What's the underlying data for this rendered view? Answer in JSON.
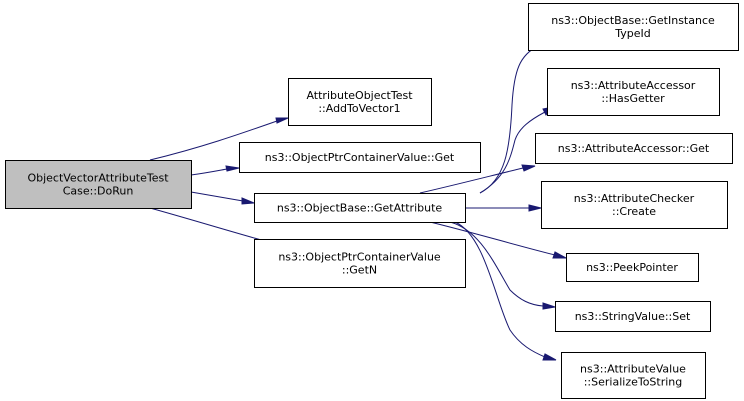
{
  "graph": {
    "nodes": [
      {
        "id": "root",
        "lines": [
          "ObjectVectorAttributeTest",
          "Case::DoRun"
        ],
        "root": true
      },
      {
        "id": "addtovector",
        "lines": [
          "AttributeObjectTest",
          "::AddToVector1"
        ]
      },
      {
        "id": "ptrget",
        "lines": [
          "ns3::ObjectPtrContainerValue::Get"
        ]
      },
      {
        "id": "getattribute",
        "lines": [
          "ns3::ObjectBase::GetAttribute"
        ]
      },
      {
        "id": "getn",
        "lines": [
          "ns3::ObjectPtrContainerValue",
          "::GetN"
        ]
      },
      {
        "id": "getinstancetypeid",
        "lines": [
          "ns3::ObjectBase::GetInstance",
          "TypeId"
        ]
      },
      {
        "id": "hasgetter",
        "lines": [
          "ns3::AttributeAccessor",
          "::HasGetter"
        ]
      },
      {
        "id": "accessorget",
        "lines": [
          "ns3::AttributeAccessor::Get"
        ]
      },
      {
        "id": "checkercreate",
        "lines": [
          "ns3::AttributeChecker",
          "::Create"
        ]
      },
      {
        "id": "peekpointer",
        "lines": [
          "ns3::PeekPointer"
        ]
      },
      {
        "id": "stringset",
        "lines": [
          "ns3::StringValue::Set"
        ]
      },
      {
        "id": "serialize",
        "lines": [
          "ns3::AttributeValue",
          "::SerializeToString"
        ]
      }
    ],
    "edges": [
      {
        "from": "root",
        "to": "addtovector"
      },
      {
        "from": "root",
        "to": "ptrget"
      },
      {
        "from": "root",
        "to": "getattribute"
      },
      {
        "from": "root",
        "to": "getn"
      },
      {
        "from": "getattribute",
        "to": "getinstancetypeid"
      },
      {
        "from": "getattribute",
        "to": "hasgetter"
      },
      {
        "from": "getattribute",
        "to": "accessorget"
      },
      {
        "from": "getattribute",
        "to": "checkercreate"
      },
      {
        "from": "getattribute",
        "to": "peekpointer"
      },
      {
        "from": "getattribute",
        "to": "stringset"
      },
      {
        "from": "getattribute",
        "to": "serialize"
      }
    ],
    "colors": {
      "edge": "#191970",
      "root_fill": "#bfbfbf",
      "node_fill": "#ffffff",
      "node_border": "#000000"
    }
  }
}
